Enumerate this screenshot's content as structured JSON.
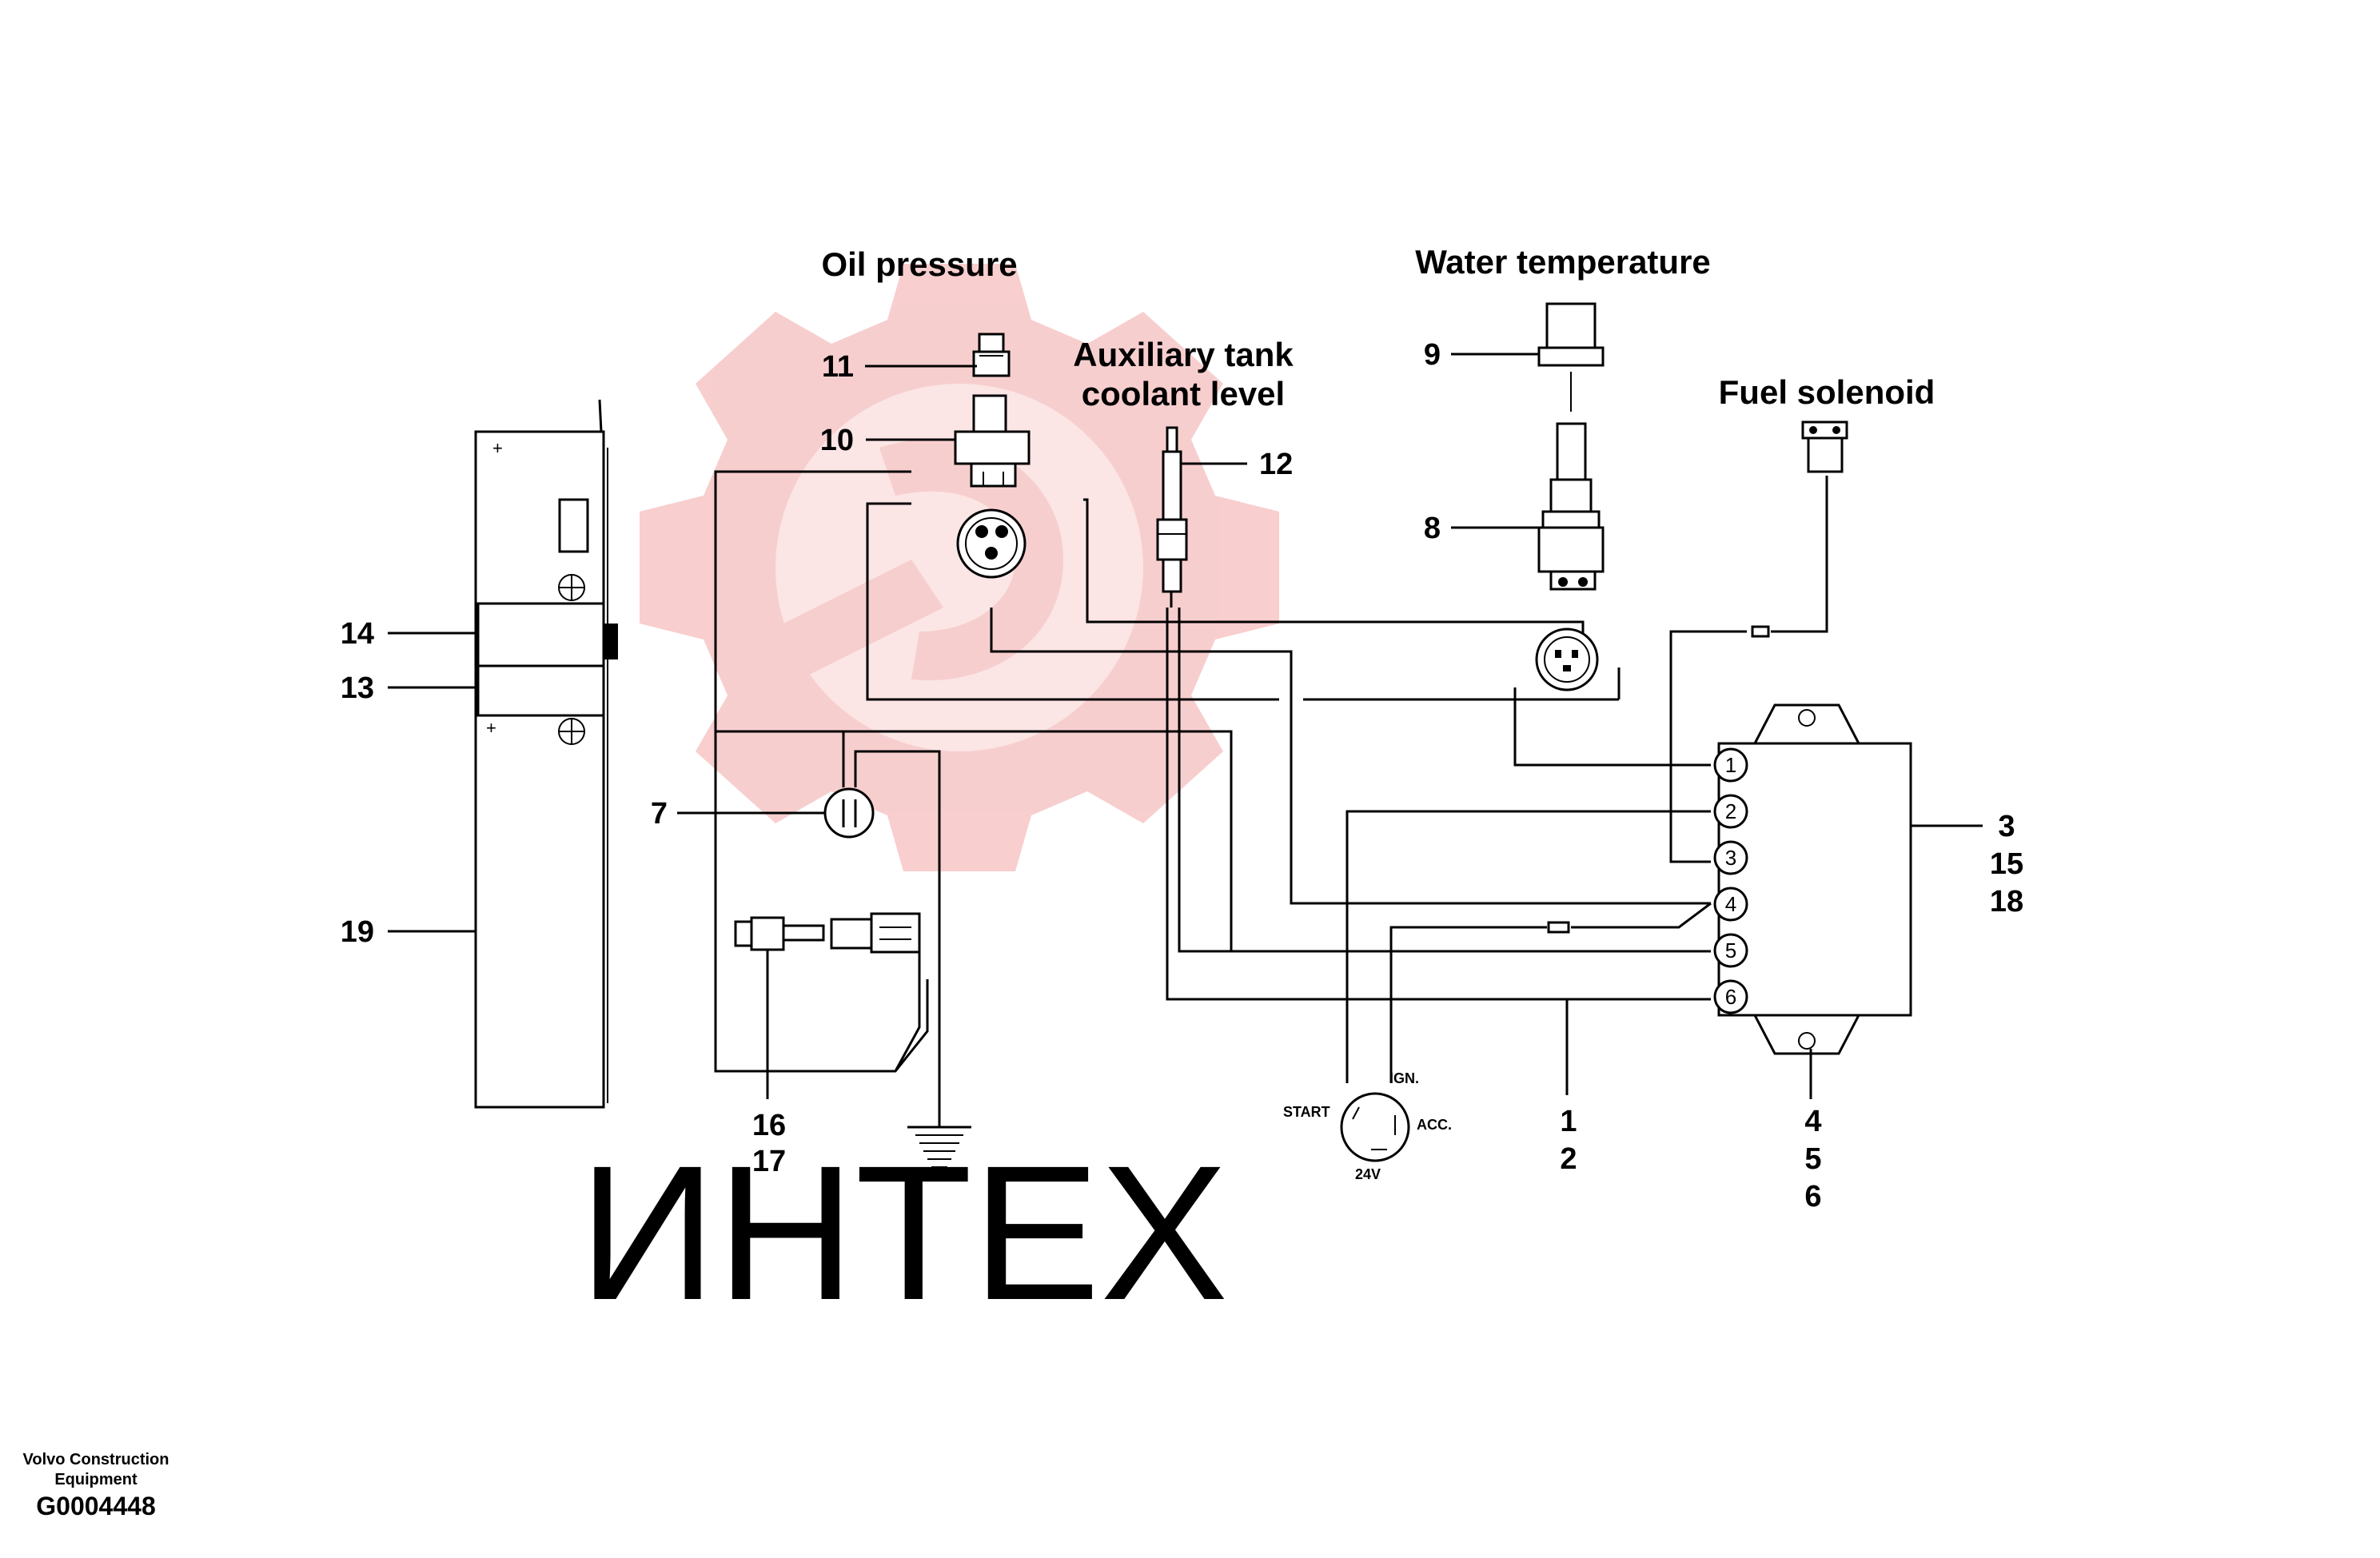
{
  "titles": {
    "oil_pressure": "Oil pressure",
    "aux_tank_1": "Auxiliary tank",
    "aux_tank_2": "coolant level",
    "water_temperature": "Water temperature",
    "fuel_solenoid": "Fuel solenoid"
  },
  "callouts": {
    "n11": "11",
    "n10": "10",
    "n12": "12",
    "n9": "9",
    "n8": "8",
    "n14": "14",
    "n13": "13",
    "n7": "7",
    "n19": "19",
    "n16": "16",
    "n17": "17",
    "n1": "1",
    "n2": "2",
    "n3": "3",
    "n15": "15",
    "n18": "18",
    "n4": "4",
    "n5": "5",
    "n6": "6"
  },
  "controller_pins": [
    "1",
    "2",
    "3",
    "4",
    "5",
    "6"
  ],
  "ignition": {
    "start": "START",
    "ign": "IGN.",
    "acc": "ACC.",
    "volt": "24V"
  },
  "watermark": {
    "text": "ИНТЕХ",
    "logo_color": "#f7c9c9",
    "text_color": "#e6e6e6"
  },
  "footer": {
    "company_line1": "Volvo Construction",
    "company_line2": "Equipment",
    "drawing_id": "G0004448"
  }
}
